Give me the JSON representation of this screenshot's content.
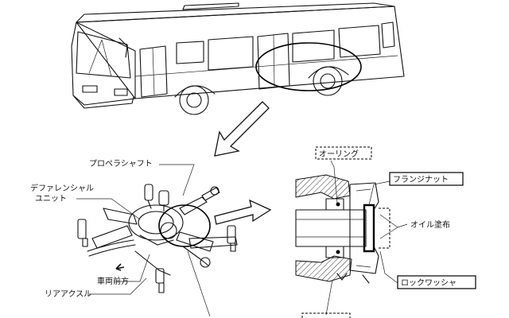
{
  "labels": {
    "propeller_shaft": "プロペラシャフト",
    "differential_line1": "デファレンシャル",
    "differential_line2": "ユニット",
    "vehicle_front": "車両前方",
    "rear_axle": "リアアクスル",
    "o_ring": "オーリング",
    "flange_nut": "フランジナット",
    "oil_applied": "オイル塗布",
    "lock_washer": "ロックワッシャ"
  }
}
